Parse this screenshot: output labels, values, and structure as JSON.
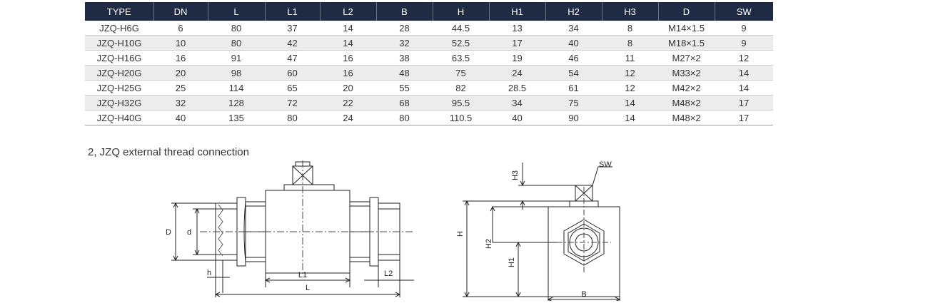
{
  "table": {
    "headers": [
      "TYPE",
      "DN",
      "L",
      "L1",
      "L2",
      "B",
      "H",
      "H1",
      "H2",
      "H3",
      "D",
      "SW"
    ],
    "rows": [
      [
        "JZQ-H6G",
        "6",
        "80",
        "37",
        "14",
        "28",
        "44.5",
        "13",
        "34",
        "8",
        "M14×1.5",
        "9"
      ],
      [
        "JZQ-H10G",
        "10",
        "80",
        "42",
        "14",
        "32",
        "52.5",
        "17",
        "40",
        "8",
        "M18×1.5",
        "9"
      ],
      [
        "JZQ-H16G",
        "16",
        "91",
        "47",
        "16",
        "38",
        "63.5",
        "19",
        "46",
        "11",
        "M27×2",
        "12"
      ],
      [
        "JZQ-H20G",
        "20",
        "98",
        "60",
        "16",
        "48",
        "75",
        "24",
        "54",
        "12",
        "M33×2",
        "14"
      ],
      [
        "JZQ-H25G",
        "25",
        "114",
        "65",
        "20",
        "55",
        "82",
        "28.5",
        "61",
        "12",
        "M42×2",
        "14"
      ],
      [
        "JZQ-H32G",
        "32",
        "128",
        "72",
        "22",
        "68",
        "95.5",
        "34",
        "75",
        "14",
        "M48×2",
        "17"
      ],
      [
        "JZQ-H40G",
        "40",
        "135",
        "80",
        "24",
        "80",
        "110.5",
        "40",
        "90",
        "14",
        "M48×2",
        "17"
      ]
    ]
  },
  "section_title": "2, JZQ external thread connection",
  "side_view": {
    "label_D": "D",
    "label_d": "d",
    "label_h": "h",
    "label_L1": "L1",
    "label_L2": "L2",
    "label_L": "L"
  },
  "end_view": {
    "label_SW": "SW",
    "label_H3": "H3",
    "label_H": "H",
    "label_H2": "H2",
    "label_H1": "H1",
    "label_B": "B"
  }
}
